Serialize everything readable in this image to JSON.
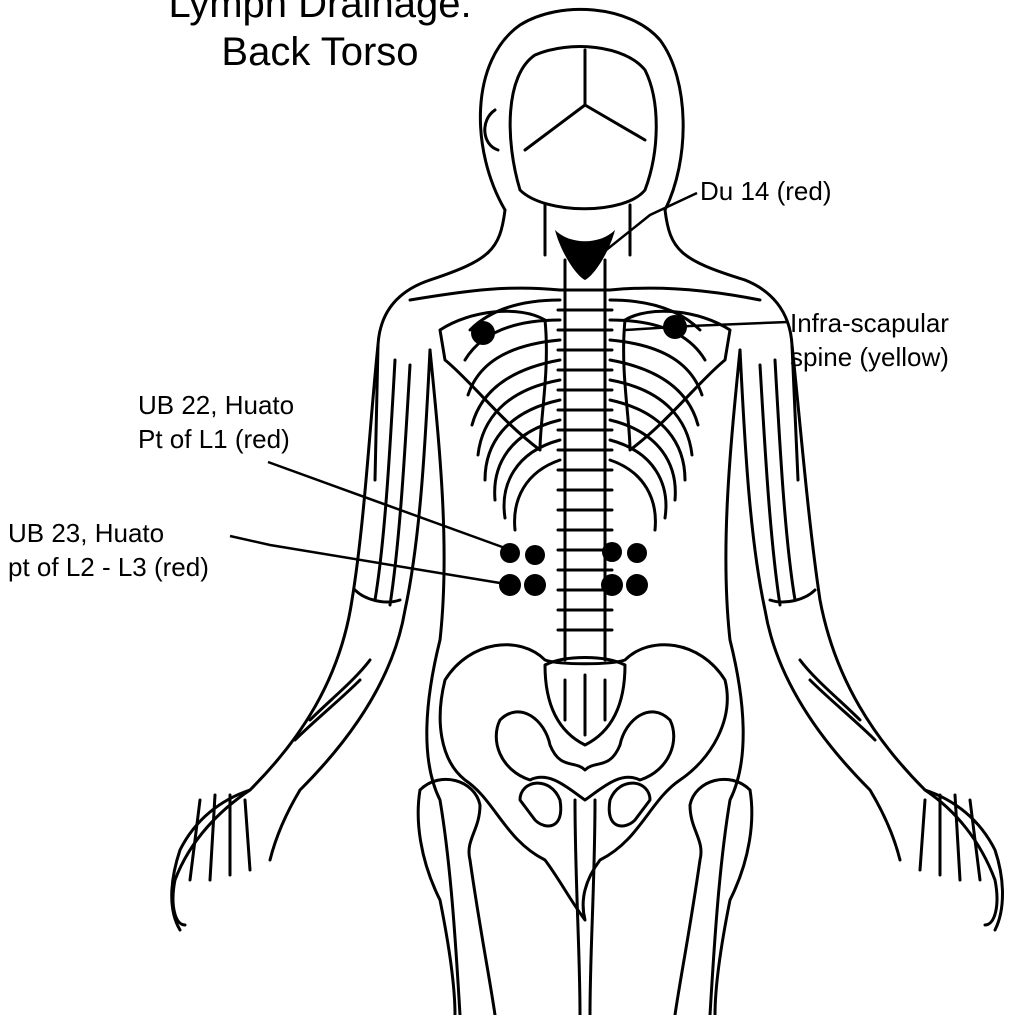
{
  "title": {
    "line1": "Lymph Drainage:",
    "line2": "Back Torso"
  },
  "labels": {
    "du14": "Du 14 (red)",
    "infra_line1": "Infra-scapular",
    "infra_line2": "spine (yellow)",
    "ub22_line1": "UB 22, Huato",
    "ub22_line2": "Pt of L1 (red)",
    "ub23_line1": "UB 23, Huato",
    "ub23_line2": "pt of L2 - L3 (red)"
  },
  "colors": {
    "ink": "#000000",
    "paper": "#ffffff"
  }
}
